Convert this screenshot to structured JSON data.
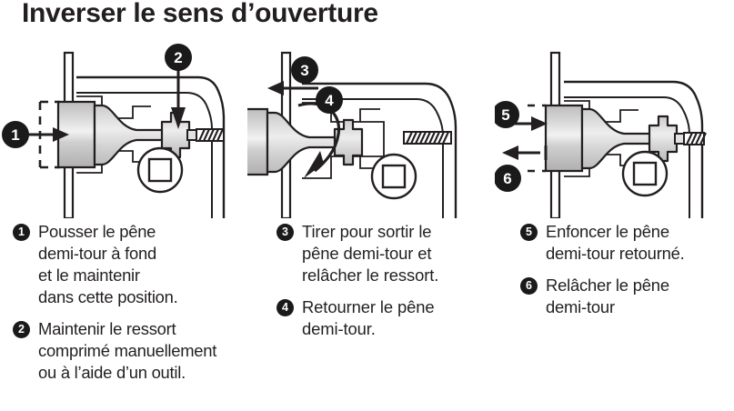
{
  "title": "Inverser le sens d’ouverture",
  "colors": {
    "ink": "#231f20",
    "badge_bg": "#1a1a1a",
    "badge_fg": "#ffffff",
    "metal_light": "#e8e8e8",
    "metal_mid": "#c9c9c9",
    "metal_dark": "#9a9a9a",
    "outline": "#231f20",
    "background": "#ffffff"
  },
  "panels": [
    {
      "id": "panel-1",
      "name": "latch-pushed-in-diagram",
      "callouts": [
        {
          "number": "1",
          "arrow": "straight-right",
          "meaning": "push-latch-bolt-inward"
        },
        {
          "number": "2",
          "arrow": "down-onto-spring",
          "meaning": "hold-spring-compressed"
        }
      ],
      "parts": [
        "faceplate",
        "latch-bolt-head",
        "bolt-tail",
        "spring",
        "lock-case",
        "spindle-hole"
      ]
    },
    {
      "id": "panel-2",
      "name": "latch-removed-and-rotated-diagram",
      "callouts": [
        {
          "number": "3",
          "arrow": "straight-left",
          "meaning": "pull-latch-bolt-out"
        },
        {
          "number": "4",
          "arrow": "curved-rotate",
          "meaning": "rotate-latch-bolt"
        }
      ],
      "parts": [
        "faceplate",
        "latch-bolt-head",
        "bolt-tail",
        "spring",
        "lock-case",
        "spindle-hole"
      ]
    },
    {
      "id": "panel-3",
      "name": "latch-reinserted-diagram",
      "callouts": [
        {
          "number": "5",
          "arrow": "straight-right",
          "meaning": "push-reversed-latch-in"
        },
        {
          "number": "6",
          "arrow": "straight-left",
          "meaning": "release-latch-bolt"
        }
      ],
      "parts": [
        "faceplate",
        "latch-bolt-head",
        "bolt-tail",
        "spring",
        "lock-case",
        "spindle-hole"
      ]
    }
  ],
  "columns": [
    {
      "id": "col-1",
      "steps": [
        {
          "number": "1",
          "text": "Pousser le pêne\ndemi-tour à fond\net le maintenir\ndans cette position."
        },
        {
          "number": "2",
          "text": "Maintenir le ressort\ncomprimé manuellement\nou à l’aide d’un outil."
        }
      ]
    },
    {
      "id": "col-2",
      "steps": [
        {
          "number": "3",
          "text": "Tirer pour sortir le\npêne demi-tour et\nrelâcher le ressort."
        },
        {
          "number": "4",
          "text": "Retourner le pêne\ndemi-tour."
        }
      ]
    },
    {
      "id": "col-3",
      "steps": [
        {
          "number": "5",
          "text": "Enfoncer le pêne\ndemi-tour retourné."
        },
        {
          "number": "6",
          "text": "Relâcher le pêne\ndemi-tour"
        }
      ]
    }
  ]
}
